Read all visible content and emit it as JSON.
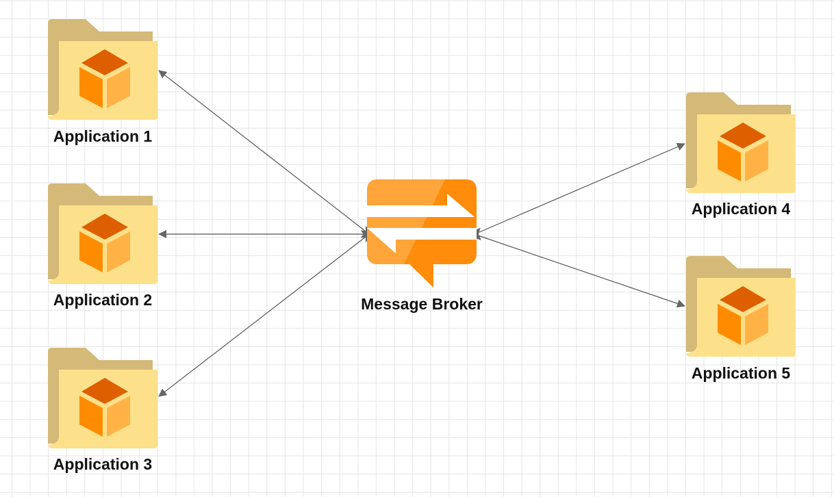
{
  "nodes": {
    "app1": {
      "label": "Application 1"
    },
    "app2": {
      "label": "Application 2"
    },
    "app3": {
      "label": "Application 3"
    },
    "app4": {
      "label": "Application 4"
    },
    "app5": {
      "label": "Application 5"
    },
    "broker": {
      "label": "Message Broker"
    }
  },
  "edges": [
    {
      "from": "broker",
      "to": "app1"
    },
    {
      "from": "broker",
      "to": "app2"
    },
    {
      "from": "broker",
      "to": "app3"
    },
    {
      "from": "broker",
      "to": "app4"
    },
    {
      "from": "broker",
      "to": "app5"
    }
  ],
  "colors": {
    "folder_back": "#d4b978",
    "folder_front": "#fde08a",
    "cube_top": "#dd5f00",
    "cube_left": "#ff8c00",
    "cube_right": "#ffb347",
    "broker": "#ff8c0a",
    "edge": "#555555"
  }
}
